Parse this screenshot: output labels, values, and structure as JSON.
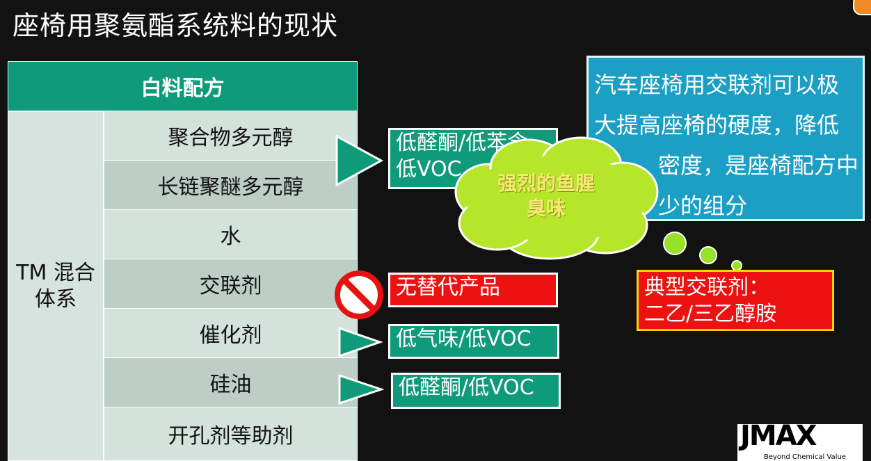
{
  "slide": {
    "title": "座椅用聚氨酯系统料的现状"
  },
  "table": {
    "header": "白料配方",
    "group_label_line1": "TM 混合",
    "group_label_line2": "体系",
    "rows": [
      "聚合物多元醇",
      "长链聚醚多元醇",
      "水",
      "交联剂",
      "催化剂",
      "硅油",
      "开孔剂等助剂"
    ]
  },
  "callouts": {
    "polyol_line1": "低醛酮/低苯含",
    "polyol_line2": "低VOC",
    "crosslinker": "无替代产品",
    "catalyst": "低气味/低VOC",
    "silicone": "低醛酮/低VOC"
  },
  "cloud": {
    "line1": "强烈的鱼腥",
    "line2": "臭味"
  },
  "info": {
    "line1": "汽车座椅用交联剂可以极",
    "line2": "大提高座椅的硬度，降低",
    "line3": "密度，是座椅配方中",
    "line4": "少的组分"
  },
  "typical": {
    "line1": "典型交联剂：",
    "line2": "二乙/三乙醇胺"
  },
  "logo": {
    "text": "JMAX",
    "sub": "Beyond Chemical Value"
  },
  "colors": {
    "teal": "#0f9a79",
    "red": "#ee1111",
    "blue": "#1c9fc4",
    "cloud": "#b6e62a"
  }
}
